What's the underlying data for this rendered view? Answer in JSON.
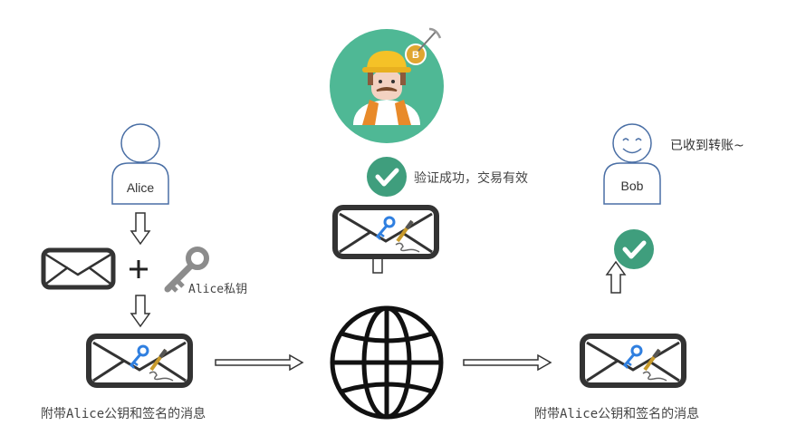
{
  "alice": {
    "label": "Alice"
  },
  "bob": {
    "label": "Bob",
    "status": "已收到转账~"
  },
  "private_key": {
    "label": "Alice私钥"
  },
  "plus": "+",
  "miner": {
    "verify_text": "验证成功，交易有效"
  },
  "captions": {
    "left_message": "附带Alice公钥和签名的消息",
    "right_message": "附带Alice公钥和签名的消息"
  },
  "colors": {
    "check": "#3f9e7d",
    "miner_bg": "#4fb895",
    "person_outline": "#4a6fa5",
    "key_blue": "#2f7fe0",
    "key_gray": "#8c8c8c"
  }
}
